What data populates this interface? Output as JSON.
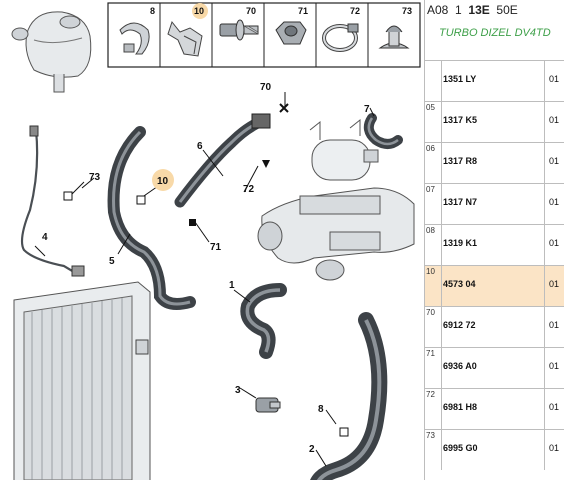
{
  "header": {
    "prefix": "A08",
    "sep": "1",
    "engine_code": "13E",
    "suffix": "50E",
    "engine_name": "TURBO DIZEL DV4TD"
  },
  "parts_list": [
    {
      "ref": "",
      "part": "1351 LY",
      "qty": "01",
      "highlight": false
    },
    {
      "ref": "05",
      "part": "1317 K5",
      "qty": "01",
      "highlight": false
    },
    {
      "ref": "06",
      "part": "1317 R8",
      "qty": "01",
      "highlight": false
    },
    {
      "ref": "07",
      "part": "1317 N7",
      "qty": "01",
      "highlight": false
    },
    {
      "ref": "08",
      "part": "1319 K1",
      "qty": "01",
      "highlight": false
    },
    {
      "ref": "10",
      "part": "4573 04",
      "qty": "01",
      "highlight": true
    },
    {
      "ref": "70",
      "part": "6912 72",
      "qty": "01",
      "highlight": false
    },
    {
      "ref": "71",
      "part": "6936 A0",
      "qty": "01",
      "highlight": false
    },
    {
      "ref": "72",
      "part": "6981 H8",
      "qty": "01",
      "highlight": false
    },
    {
      "ref": "73",
      "part": "6995 G0",
      "qty": "01",
      "highlight": false
    }
  ],
  "thumbnails": [
    "8",
    "10",
    "70",
    "71",
    "72",
    "73"
  ],
  "callouts": {
    "c1": "1",
    "c2": "2",
    "c3": "3",
    "c4": "4",
    "c5": "5",
    "c6": "6",
    "c7": "7",
    "c8": "8",
    "c10": "10",
    "c70": "70",
    "c71": "71",
    "c72": "72",
    "c73": "73"
  },
  "colors": {
    "highlight_row": "#fbe4c6",
    "callout_highlight": "#f8d9a8",
    "engine_text": "#3fa04a"
  }
}
